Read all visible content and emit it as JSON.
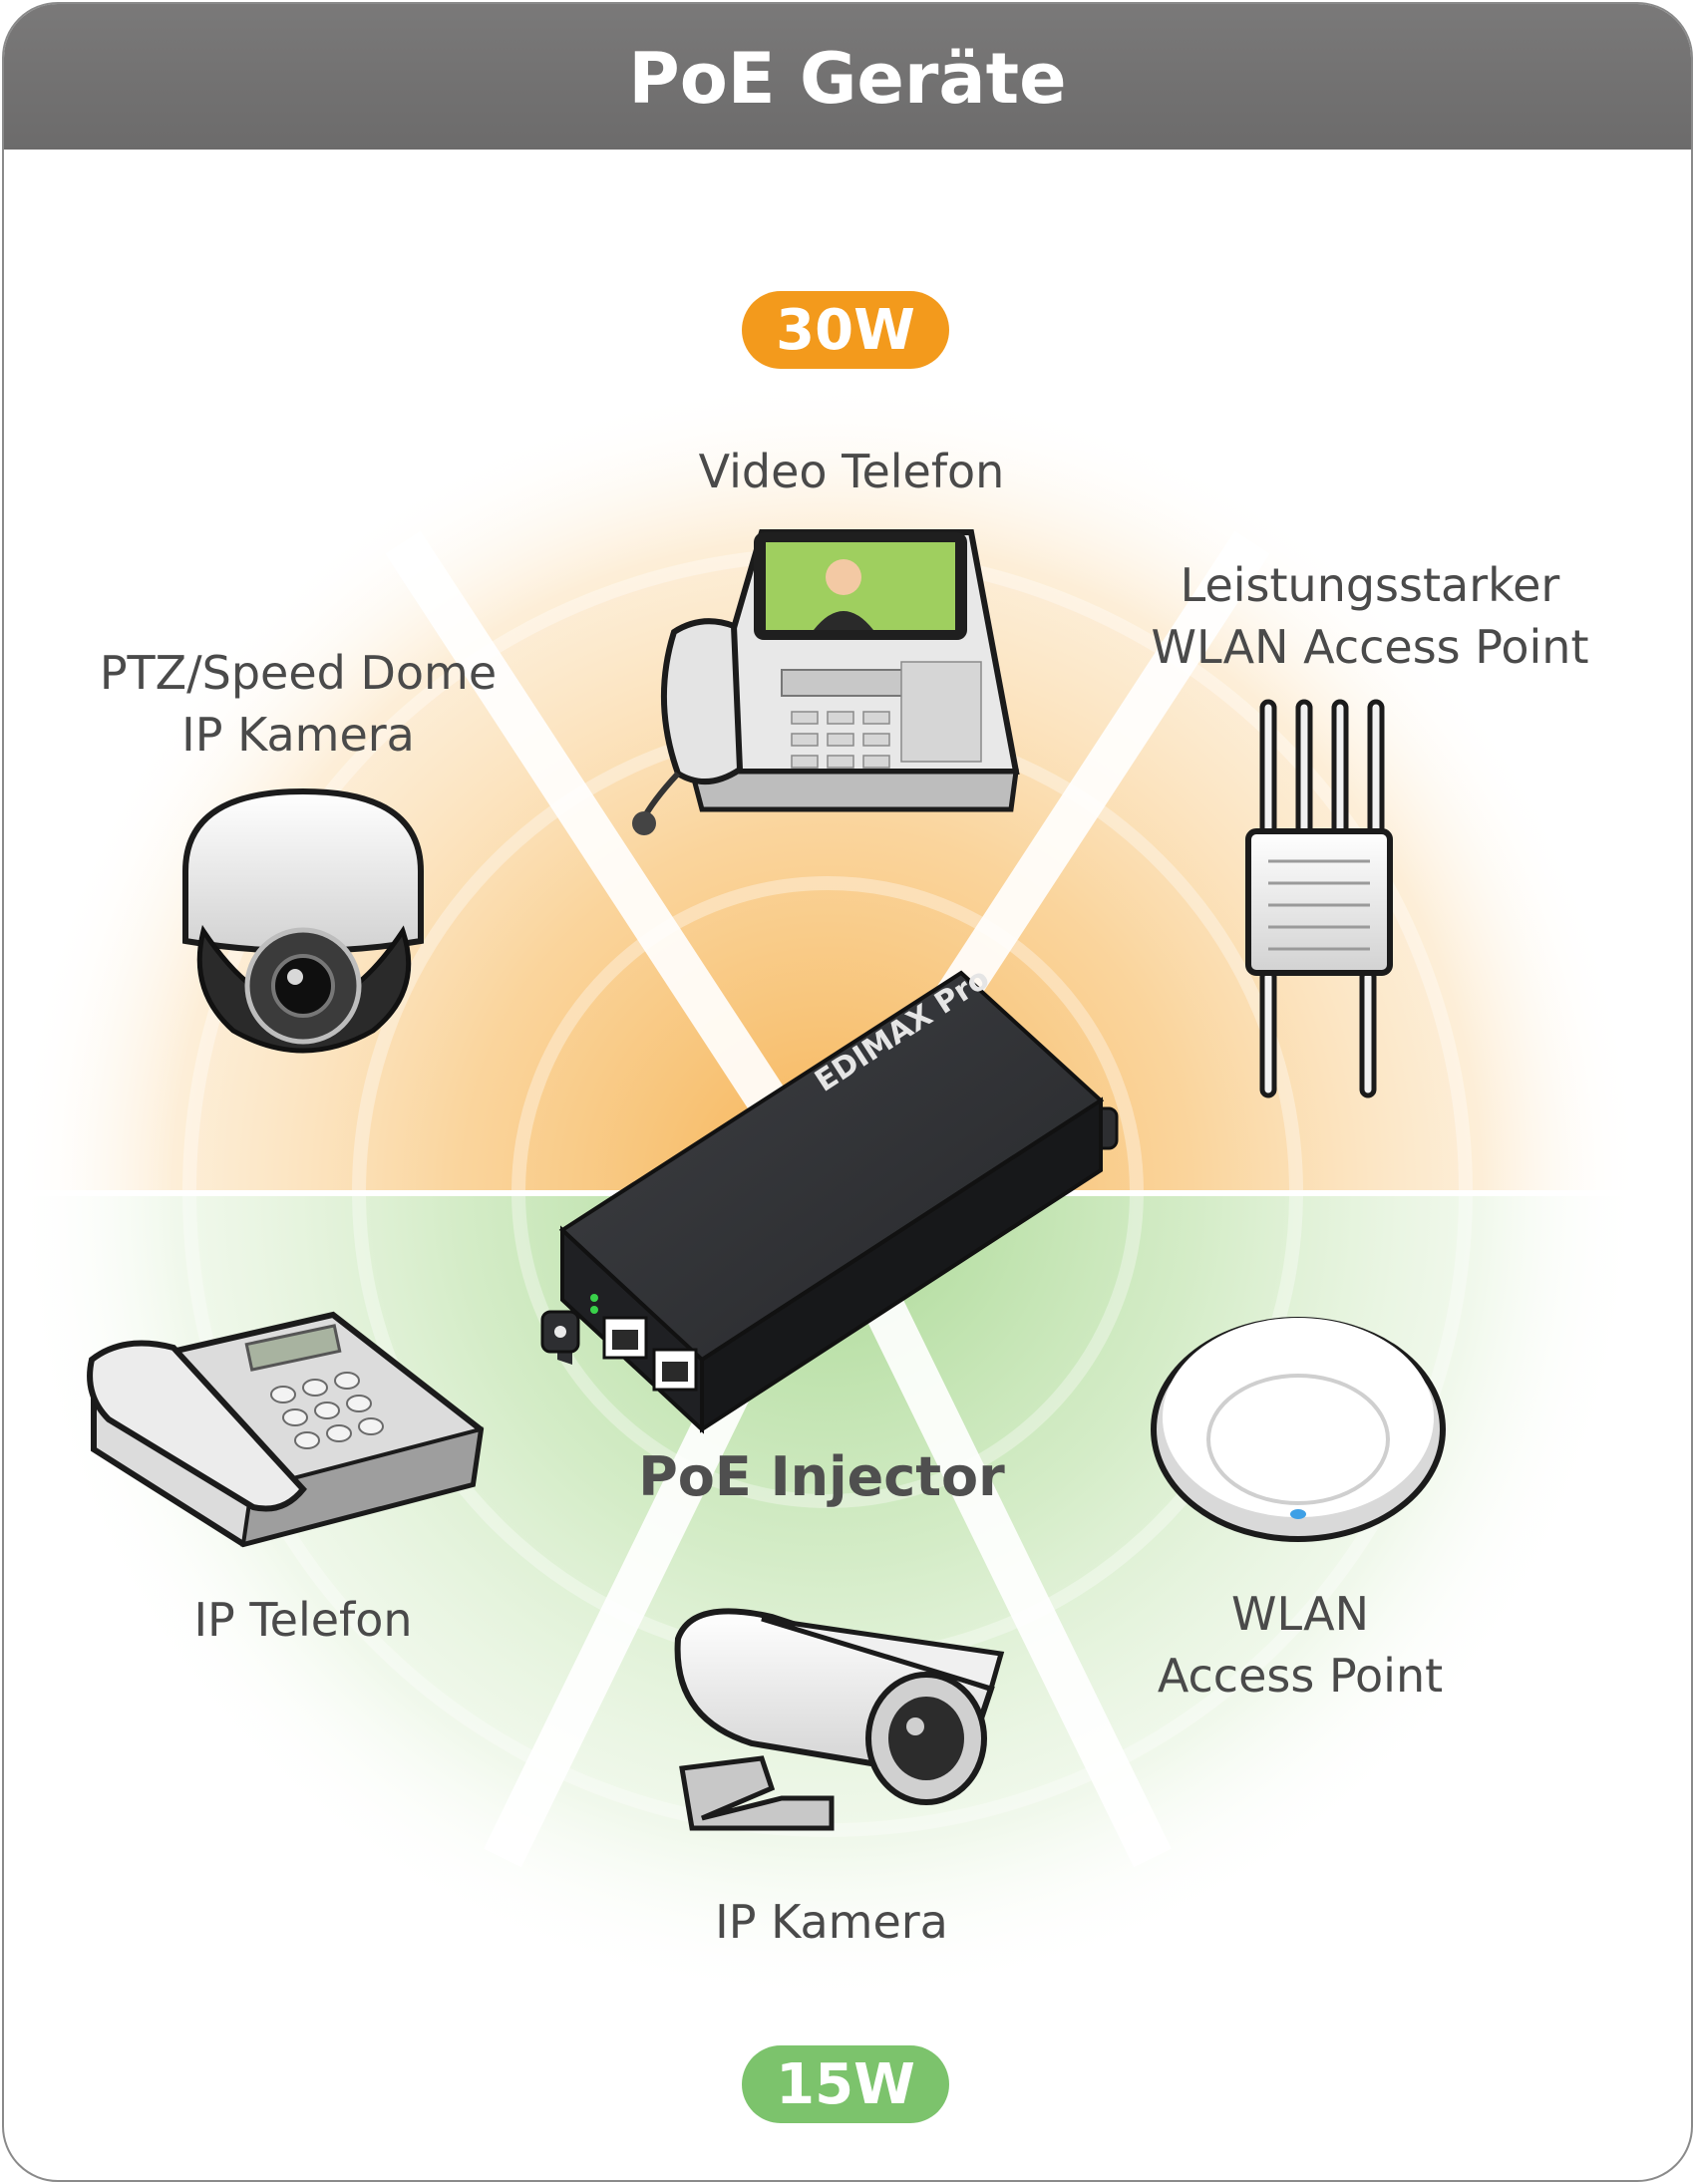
{
  "header": {
    "title": "PoE Geräte"
  },
  "power_levels": {
    "high": "30W",
    "low": "15W"
  },
  "hub": {
    "label": "PoE Injector",
    "brand": "EDIMAX"
  },
  "devices_30w": {
    "video_phone": {
      "label": "Video Telefon"
    },
    "ptz_camera": {
      "line1": "PTZ/Speed Dome",
      "line2": "IP Kamera"
    },
    "outdoor_ap": {
      "line1": "Leistungsstarker",
      "line2": "WLAN Access Point"
    }
  },
  "devices_15w": {
    "ip_phone": {
      "label": "IP Telefon"
    },
    "ceiling_ap": {
      "line1": "WLAN",
      "line2": "Access Point"
    },
    "bullet_camera": {
      "label": "IP Kamera"
    }
  },
  "colors": {
    "header": "#6f6e6e",
    "orange": "#f39a1c",
    "green": "#7cc36c",
    "text": "#4a4a4a",
    "device_dark": "#2f3033"
  },
  "icons": [
    "video-phone-icon",
    "dome-camera-icon",
    "outdoor-ap-icon",
    "desk-phone-icon",
    "ceiling-ap-icon",
    "bullet-camera-icon",
    "poe-injector-icon"
  ]
}
